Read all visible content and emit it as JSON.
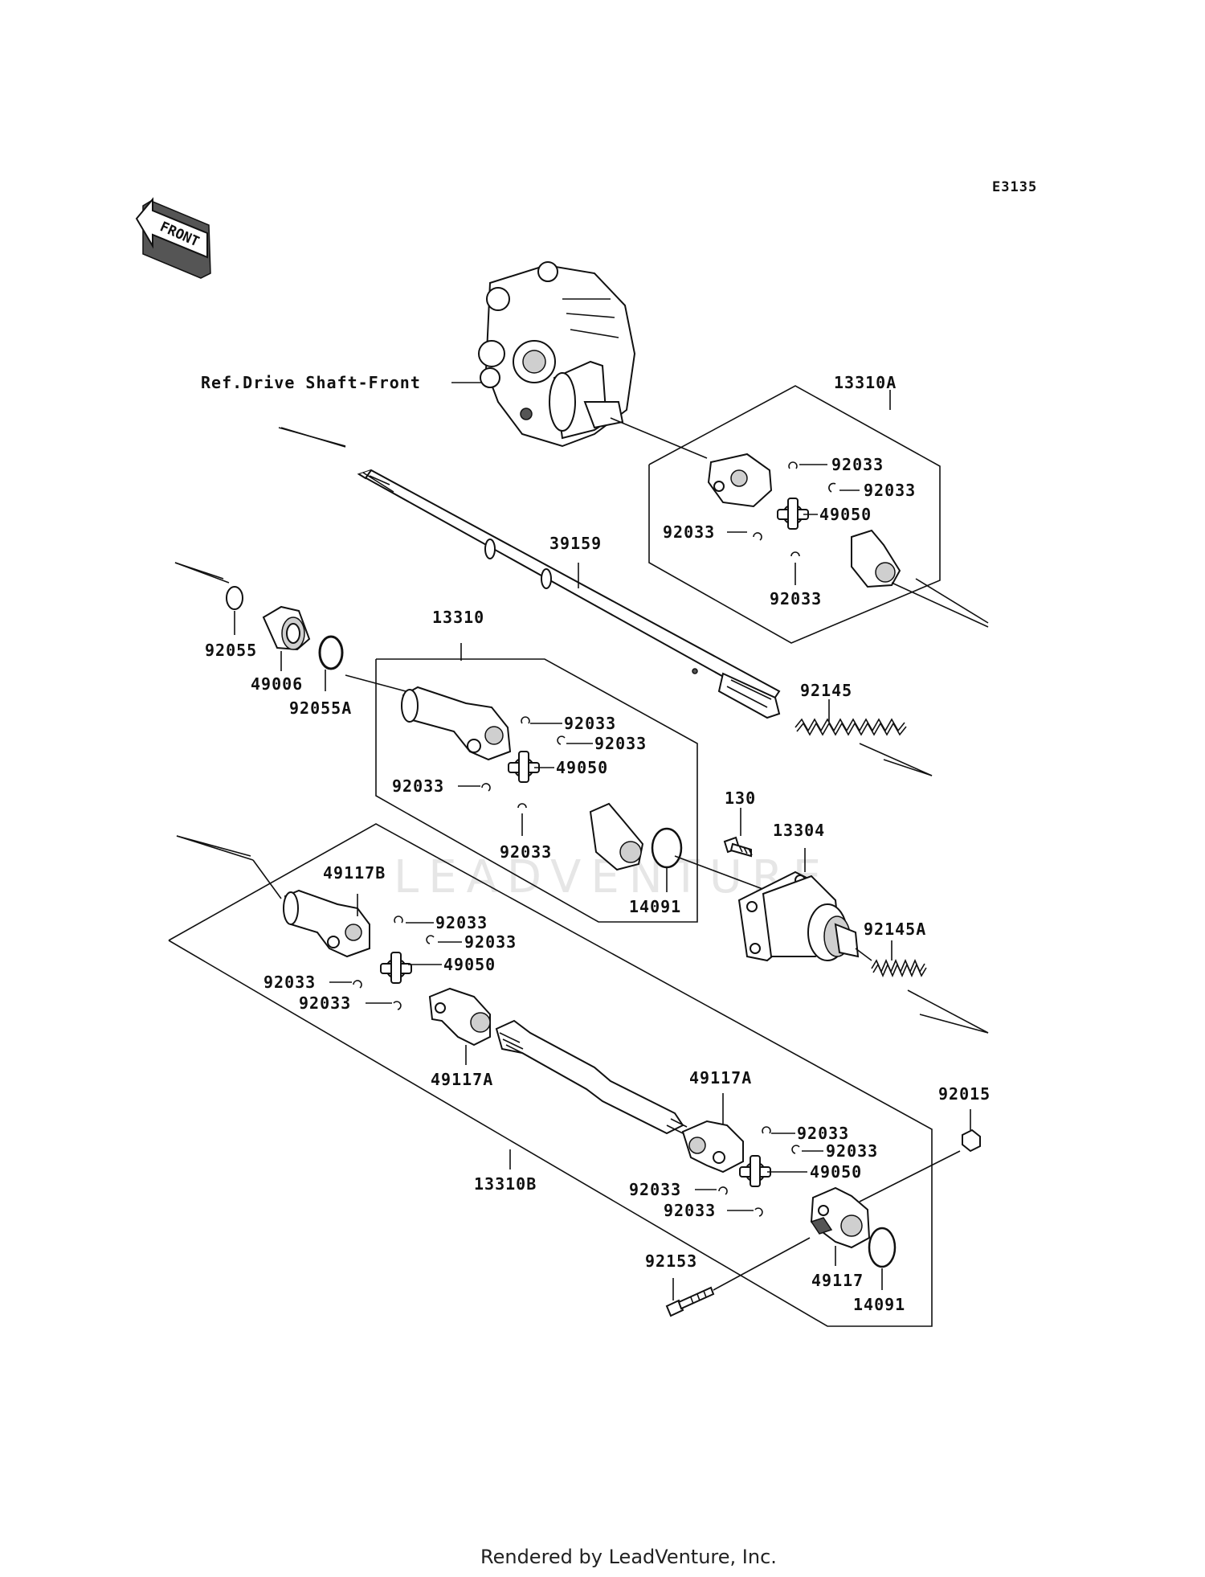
{
  "diagram_code": "E3135",
  "front_arrow_label": "FRONT",
  "watermark": "LEADVENTURE",
  "footer": "Rendered by LeadVenture, Inc.",
  "callouts": {
    "ref_drive_shaft_front": "Ref.Drive Shaft-Front",
    "a13310A": "13310A",
    "a92033_1": "92033",
    "a92033_2": "92033",
    "a49050_1": "49050",
    "a92033_3": "92033",
    "a92033_4": "92033",
    "a39159": "39159",
    "a92055": "92055",
    "a49006": "49006",
    "a92055A": "92055A",
    "a13310": "13310",
    "a92033_5": "92033",
    "a92033_6": "92033",
    "a49050_2": "49050",
    "a92033_7": "92033",
    "a92033_8": "92033",
    "a92145": "92145",
    "a130": "130",
    "a13304": "13304",
    "a14091_1": "14091",
    "a92145A": "92145A",
    "a49117B": "49117B",
    "a92033_9": "92033",
    "a92033_10": "92033",
    "a49050_3": "49050",
    "a92033_11": "92033",
    "a92033_12": "92033",
    "a49117A_1": "49117A",
    "a49117A_2": "49117A",
    "a92033_13": "92033",
    "a92033_14": "92033",
    "a49050_4": "49050",
    "a92033_15": "92033",
    "a92033_16": "92033",
    "a92015": "92015",
    "a13310B": "13310B",
    "a92153": "92153",
    "a49117": "49117",
    "a14091_2": "14091"
  }
}
